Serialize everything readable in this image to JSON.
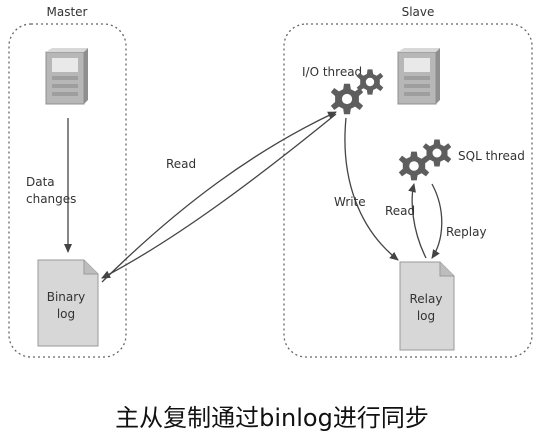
{
  "master": {
    "title": "Master",
    "data_changes_line1": "Data",
    "data_changes_line2": "changes",
    "binary_log_line1": "Binary",
    "binary_log_line2": "log"
  },
  "slave": {
    "title": "Slave",
    "io_thread": "I/O thread",
    "sql_thread": "SQL thread",
    "relay_log_line1": "Relay",
    "relay_log_line2": "log"
  },
  "arrows": {
    "read_master": "Read",
    "write": "Write",
    "read_slave": "Read",
    "replay": "Replay"
  },
  "caption": "主从复制通过binlog进行同步"
}
